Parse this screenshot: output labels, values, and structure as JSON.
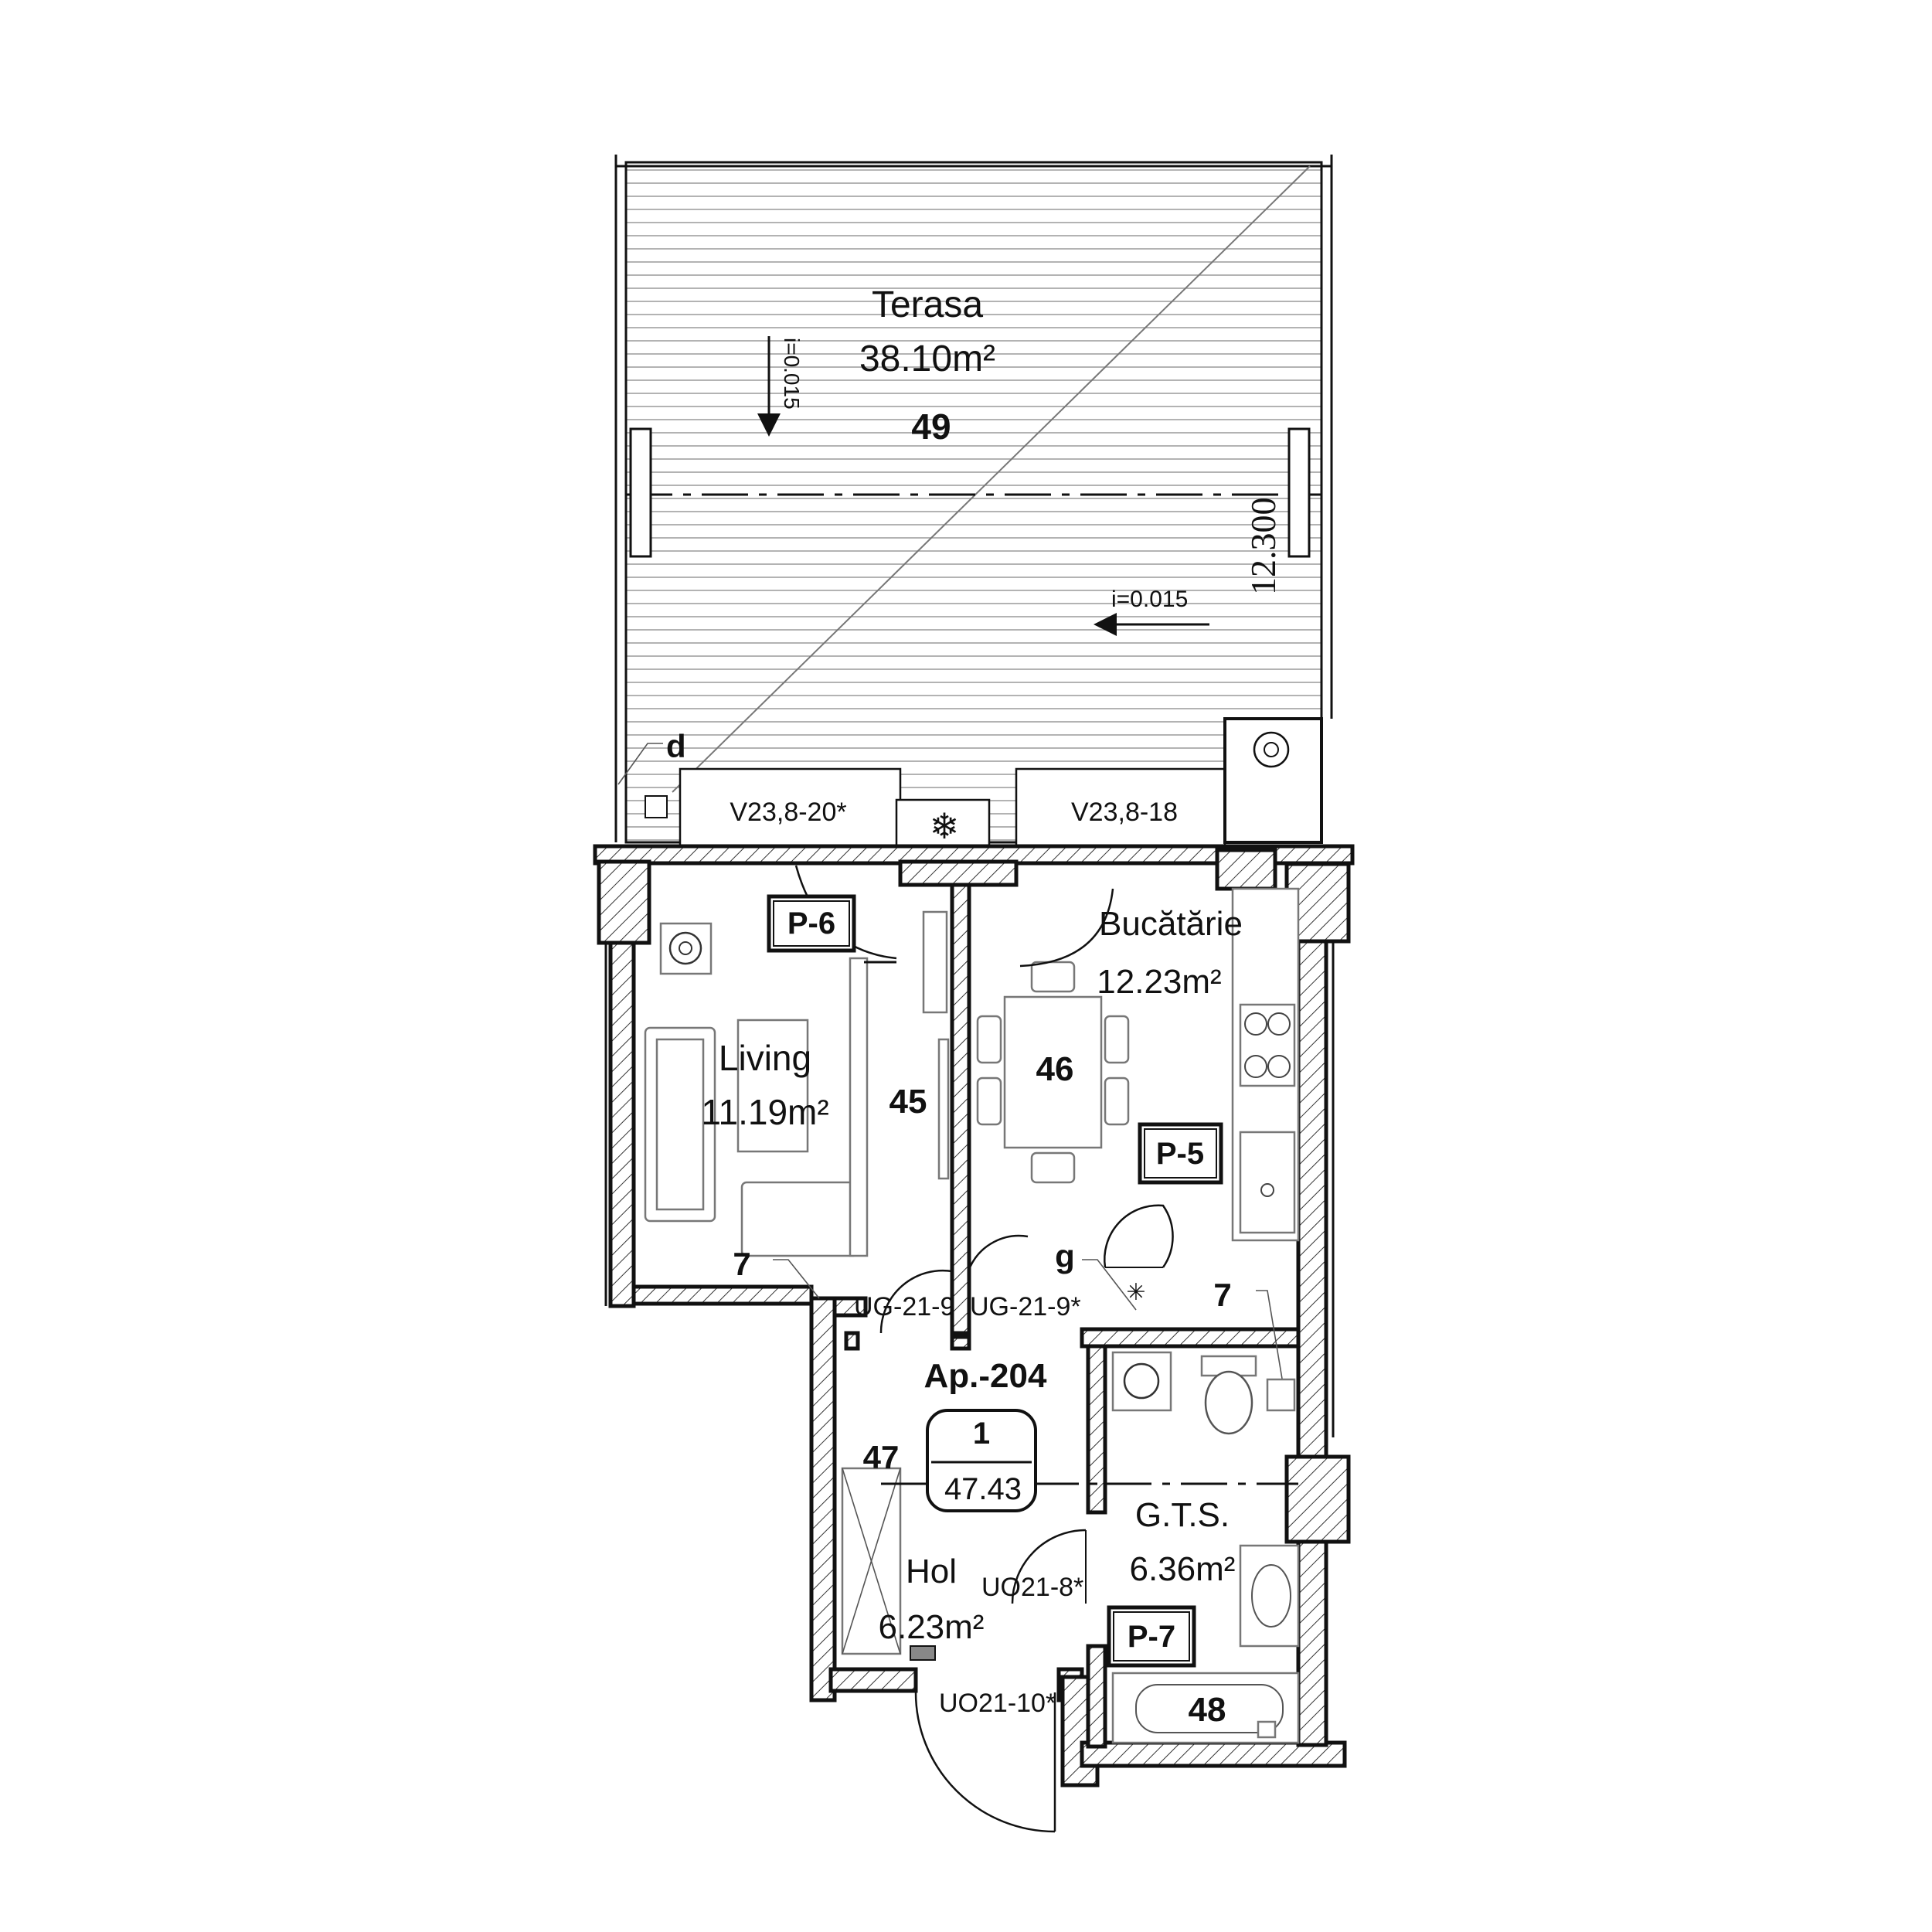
{
  "rooms": {
    "terrace": {
      "name": "Terasa",
      "area": "38.10m²",
      "number": "49"
    },
    "living": {
      "name": "Living",
      "area": "11.19m²",
      "number": "45"
    },
    "kitchen": {
      "name": "Bucătărie",
      "area": "12.23m²",
      "number": "46"
    },
    "hall": {
      "name": "Hol",
      "area": "6.23m²",
      "number": "47"
    },
    "bathroom": {
      "name": "G.T.S.",
      "area": "6.36m²",
      "number": "48"
    }
  },
  "apartment": {
    "label": "Ap.-204",
    "rooms_count": "1",
    "total_area": "47.43"
  },
  "slopes": {
    "vertical": "i=0.015",
    "horizontal": "i=0.015"
  },
  "level": "12.300",
  "windows": {
    "left": "V23,8-20*",
    "right": "V23,8-18"
  },
  "doors": {
    "living": "UG-21-9",
    "kitchen": "UG-21-9*",
    "bathroom": "UO21-8*",
    "entrance": "UO21-10*"
  },
  "tags": {
    "p6": "P-6",
    "p5": "P-5",
    "p7": "P-7"
  },
  "markers": {
    "d": "d",
    "g": "g",
    "seven_left": "7",
    "seven_right": "7"
  }
}
